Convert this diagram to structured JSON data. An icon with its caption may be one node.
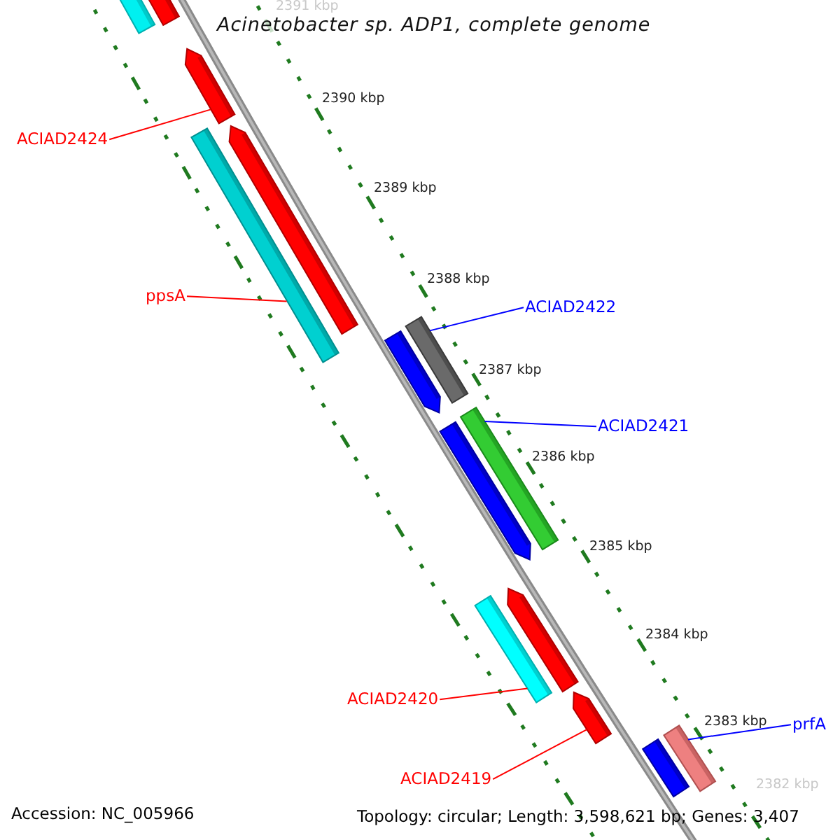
{
  "diagram": {
    "title": "Acinetobacter sp. ADP1, complete genome",
    "nodes": [
      {
        "text": [
          "ACIAD2424"
        ]
      },
      {
        "text": [
          "ppsA"
        ]
      },
      {
        "text": [
          "ACIAD2422"
        ]
      },
      {
        "text": [
          "ACIAD2421"
        ]
      },
      {
        "text": [
          "ACIAD2420"
        ]
      },
      {
        "text": [
          "prfA"
        ]
      },
      {
        "text": [
          "ACIAD2419"
        ]
      },
      {
        "text": [],
        "shape": "bar"
      },
      {
        "text": [],
        "shape": "bar"
      },
      {
        "text": [],
        "shape": "bar"
      },
      {
        "text": [],
        "shape": "bar"
      },
      {
        "text": [],
        "shape": "bar"
      },
      {
        "text": [],
        "shape": "bar"
      },
      {
        "text": [],
        "shape": "bar"
      },
      {
        "text": [],
        "shape": "bar"
      },
      {
        "text": [],
        "shape": "bar"
      },
      {
        "text": [],
        "shape": "bar"
      },
      {
        "text": [],
        "shape": "bar"
      },
      {
        "text": [],
        "shape": "bar"
      },
      {
        "text": [],
        "shape": "bar"
      },
      {
        "text": [],
        "shape": "bar"
      }
    ],
    "edges": [
      {
        "from": 0,
        "to": 9,
        "arrow": "none"
      },
      {
        "from": 1,
        "to": 10,
        "arrow": "none"
      },
      {
        "from": 2,
        "to": 12,
        "arrow": "none",
        "color": "#0000ff"
      },
      {
        "from": 3,
        "to": 15,
        "arrow": "none",
        "color": "#0000ff"
      },
      {
        "from": 4,
        "to": 16,
        "arrow": "none"
      },
      {
        "from": 5,
        "to": 20,
        "arrow": "none",
        "color": "#0000ff"
      },
      {
        "from": 6,
        "to": 18,
        "arrow": "none"
      }
    ],
    "labels": [
      "2391 kbp",
      "2390 kbp",
      "2389 kbp",
      "2388 kbp",
      "2387 kbp",
      "2386 kbp",
      "2385 kbp",
      "2384 kbp",
      "2383 kbp",
      "2382 kbp",
      "Accession: NC_005966",
      "Topology: circular; Length: 3,598,621 bp; Genes: 3,407"
    ]
  }
}
